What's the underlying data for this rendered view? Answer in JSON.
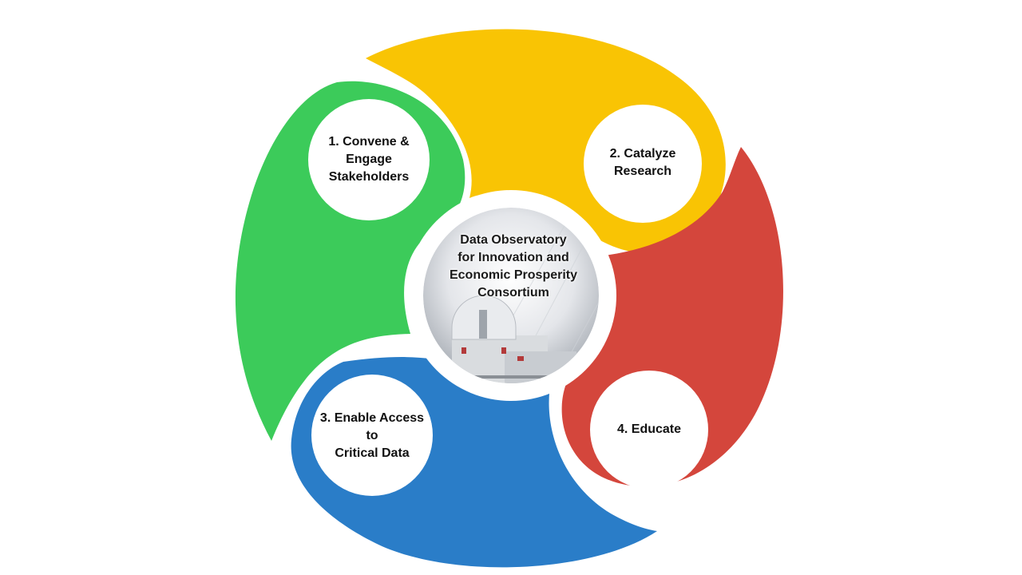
{
  "center": {
    "label": "Data Observatory\nfor Innovation and\nEconomic Prosperity\nConsortium",
    "image": "observatory-dome-photo"
  },
  "steps": [
    {
      "label": "1. Convene &\nEngage\nStakeholders",
      "color": "#3CCB5A"
    },
    {
      "label": "2. Catalyze\nResearch",
      "color": "#F9C404"
    },
    {
      "label": "3. Enable Access\nto\nCritical Data",
      "color": "#2A7DC8"
    },
    {
      "label": "4. Educate",
      "color": "#D4463C"
    }
  ]
}
